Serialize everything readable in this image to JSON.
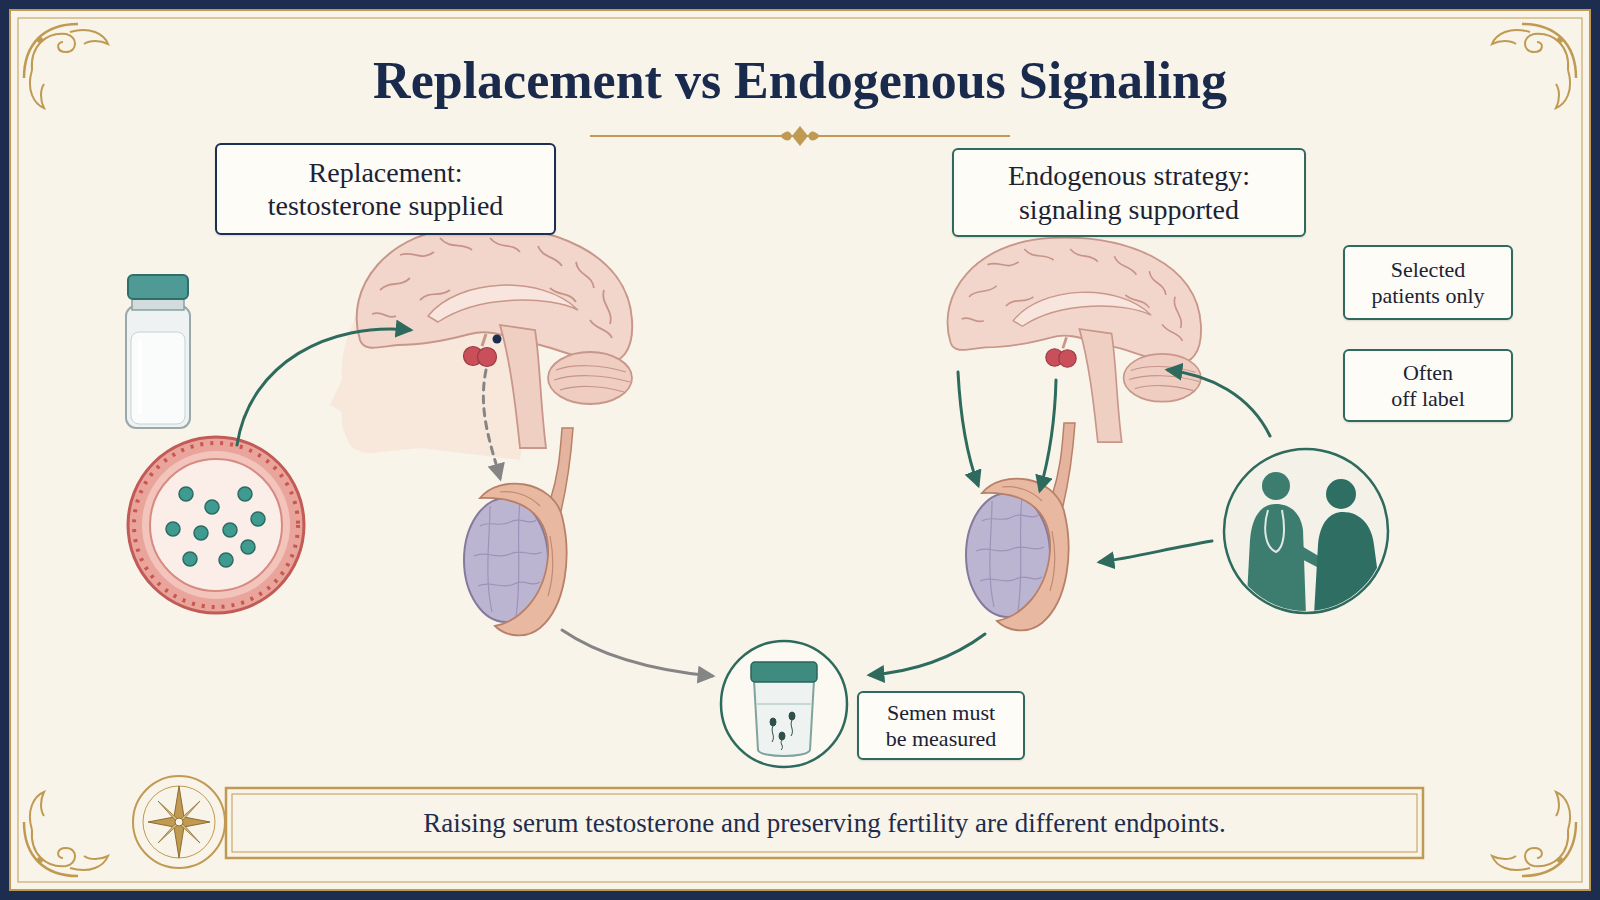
{
  "diagram": {
    "title": "Replacement vs Endogenous Signaling",
    "caption": "Raising serum testosterone and preserving fertility are different endpoints.",
    "nodes": [
      {
        "text": [
          "Replacement: testosterone supplied"
        ]
      },
      {
        "text": [
          "Endogenous strategy: signaling supported"
        ]
      },
      {
        "text": [
          "Selected patients only"
        ]
      },
      {
        "text": [
          "Often off label"
        ]
      },
      {
        "text": [
          "Semen must be measured"
        ]
      }
    ]
  }
}
